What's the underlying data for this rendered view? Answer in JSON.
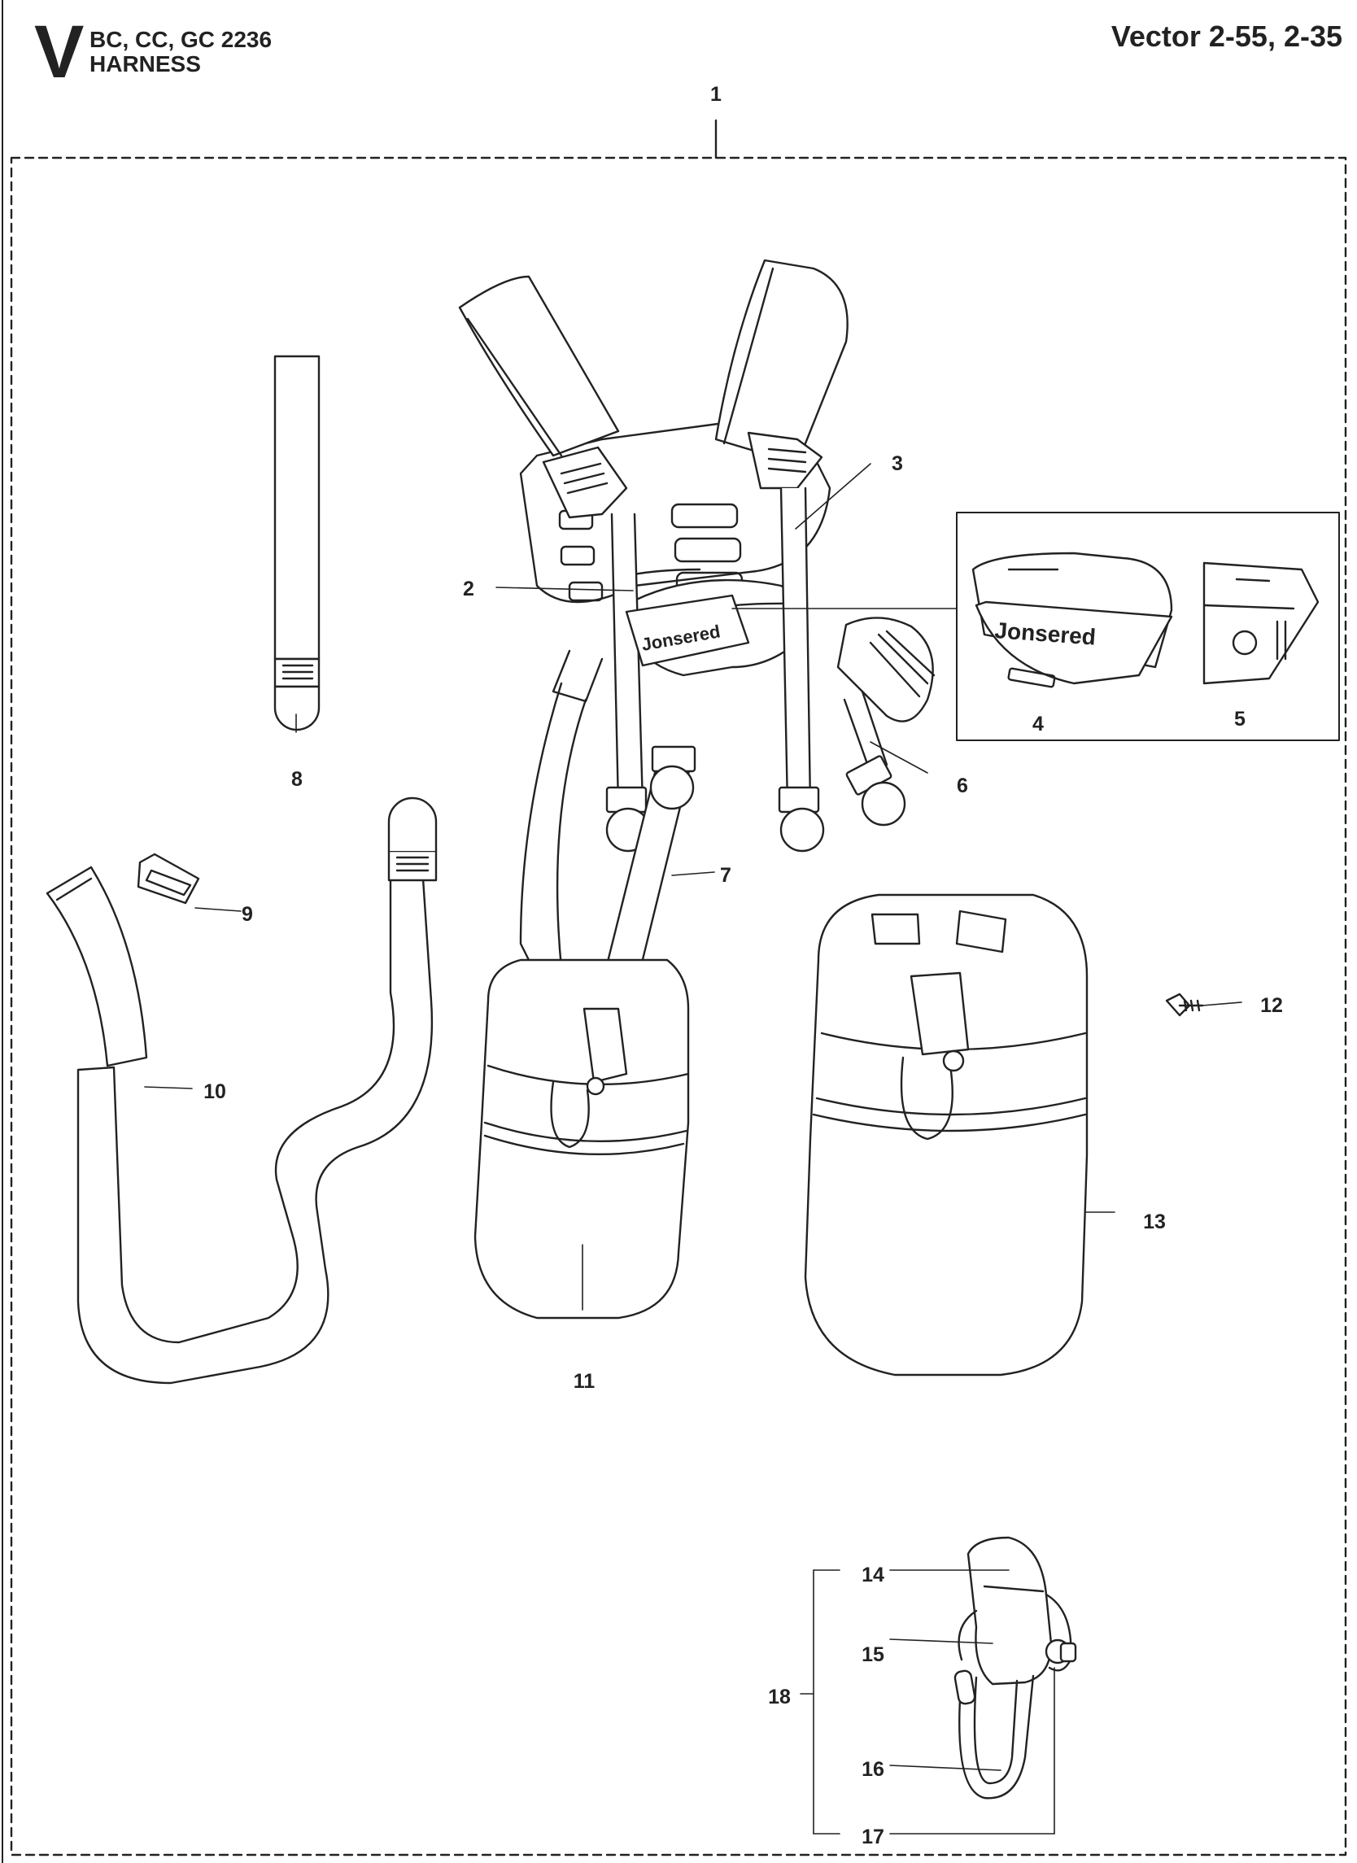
{
  "header": {
    "section_letter": "V",
    "models": "BC, CC, GC 2236",
    "title": "HARNESS",
    "product": "Vector 2-55, 2-35"
  },
  "logo_text": "Jonsered",
  "callouts": [
    "1",
    "2",
    "3",
    "4",
    "5",
    "6",
    "7",
    "8",
    "9",
    "10",
    "11",
    "12",
    "13",
    "14",
    "15",
    "16",
    "17",
    "18"
  ]
}
